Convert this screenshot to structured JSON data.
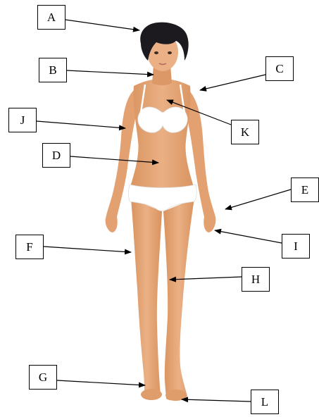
{
  "diagram": {
    "labels": [
      {
        "letter": "A"
      },
      {
        "letter": "B"
      },
      {
        "letter": "C"
      },
      {
        "letter": "J"
      },
      {
        "letter": "K"
      },
      {
        "letter": "D"
      },
      {
        "letter": "E"
      },
      {
        "letter": "F"
      },
      {
        "letter": "I"
      },
      {
        "letter": "H"
      },
      {
        "letter": "G"
      },
      {
        "letter": "L"
      }
    ]
  },
  "colors": {
    "skin": "#e7a877",
    "skin_shadow": "#c9865a",
    "hair": "#1c1a1f",
    "underwear": "#ffffff",
    "outline": "#000000"
  }
}
